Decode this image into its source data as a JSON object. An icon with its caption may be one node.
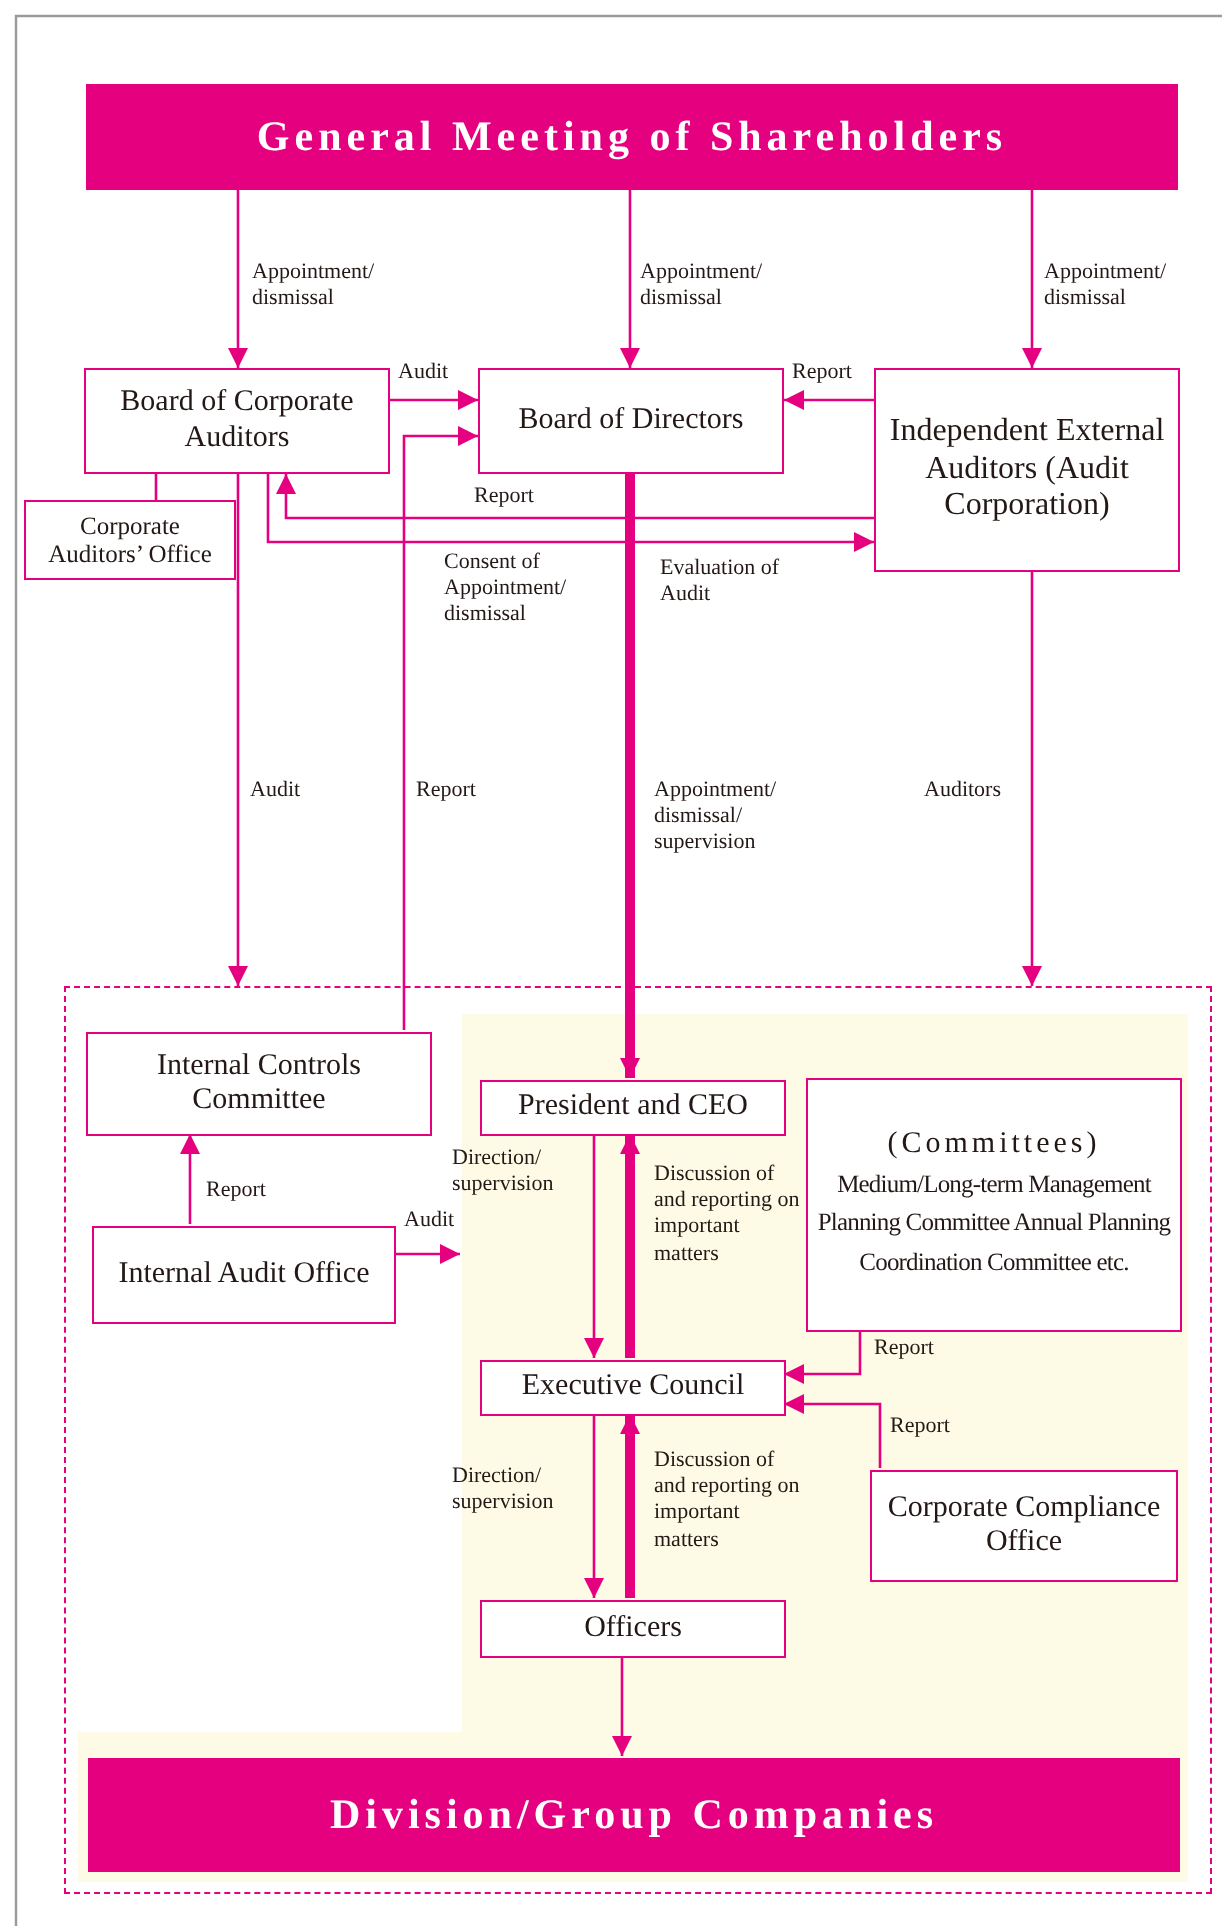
{
  "diagram": {
    "nodes": [
      {
        "text": [
          "General Meeting of Shareholders"
        ]
      },
      {
        "text": [
          "Board of Corporate Auditors"
        ]
      },
      {
        "text": [
          "Board of Directors"
        ]
      },
      {
        "text": [
          "Independent External Auditors (Audit Corporation)"
        ]
      },
      {
        "text": [
          "Corporate Auditors’ Office"
        ]
      },
      {
        "text": [],
        "shape": "box"
      },
      {
        "text": [],
        "shape": "box",
        "in": 5
      },
      {
        "text": [
          "Internal Controls Committee"
        ],
        "in": 5
      },
      {
        "text": [
          "Internal Audit Office"
        ],
        "in": 5
      },
      {
        "text": [
          "President and CEO"
        ],
        "in": 6
      },
      {
        "text": [
          "(Committees)",
          "Medium/Long-term Management Planning Committee Annual Planning Coordination Committee etc."
        ],
        "in": 6
      },
      {
        "text": [
          "Executive Council"
        ],
        "in": 6
      },
      {
        "text": [
          "Corporate Compliance Office"
        ],
        "in": 6
      },
      {
        "text": [
          "Officers"
        ],
        "in": 6
      },
      {
        "text": [
          "Division/Group Companies"
        ],
        "in": 6
      }
    ],
    "edges": [
      {
        "from": 0,
        "to": 1,
        "arrow": "to",
        "label": "Appointment/ dismissal"
      },
      {
        "from": 0,
        "to": 2,
        "arrow": "to",
        "label": "Appointment/ dismissal"
      },
      {
        "from": 0,
        "to": 3,
        "arrow": "to",
        "label": "Appointment/ dismissal"
      },
      {
        "from": 1,
        "to": 2,
        "arrow": "to",
        "label": "Audit"
      },
      {
        "from": 3,
        "to": 2,
        "arrow": "to",
        "label": "Report"
      },
      {
        "from": 3,
        "to": 1,
        "arrow": "to",
        "label": "Report"
      },
      {
        "from": 1,
        "to": 3,
        "arrow": "to",
        "label": "Consent of Appointment/ dismissal"
      },
      {
        "from": 4,
        "to": 1,
        "arrow": "none"
      },
      {
        "from": 1,
        "to": 5,
        "arrow": "to",
        "label": "Audit"
      },
      {
        "from": 7,
        "to": 2,
        "arrow": "to",
        "label": "Report"
      },
      {
        "from": 2,
        "to": 9,
        "arrow": "to",
        "label": "Appointment/ dismissal/ supervision",
        "style": "thick"
      },
      {
        "from": 3,
        "to": 5,
        "arrow": "to",
        "label": "Auditors"
      },
      {
        "from": 8,
        "to": 7,
        "arrow": "to",
        "label": "Report"
      },
      {
        "from": 8,
        "to": 6,
        "arrow": "to",
        "label": "Audit"
      },
      {
        "from": 9,
        "to": 11,
        "arrow": "to",
        "label": "Direction/ supervision"
      },
      {
        "from": 11,
        "to": 9,
        "arrow": "to",
        "label": "Discussion of and reporting on important matters",
        "style": "thick"
      },
      {
        "from": 10,
        "to": 11,
        "arrow": "to",
        "label": "Report"
      },
      {
        "from": 12,
        "to": 11,
        "arrow": "to",
        "label": "Report"
      },
      {
        "from": 11,
        "to": 13,
        "arrow": "to",
        "label": "Direction/ supervision"
      },
      {
        "from": 13,
        "to": 11,
        "arrow": "to",
        "label": "Discussion of and reporting on important matters",
        "style": "thick"
      },
      {
        "from": 13,
        "to": 14,
        "arrow": "to"
      }
    ],
    "labels": [
      "Evaluation of Audit"
    ]
  }
}
